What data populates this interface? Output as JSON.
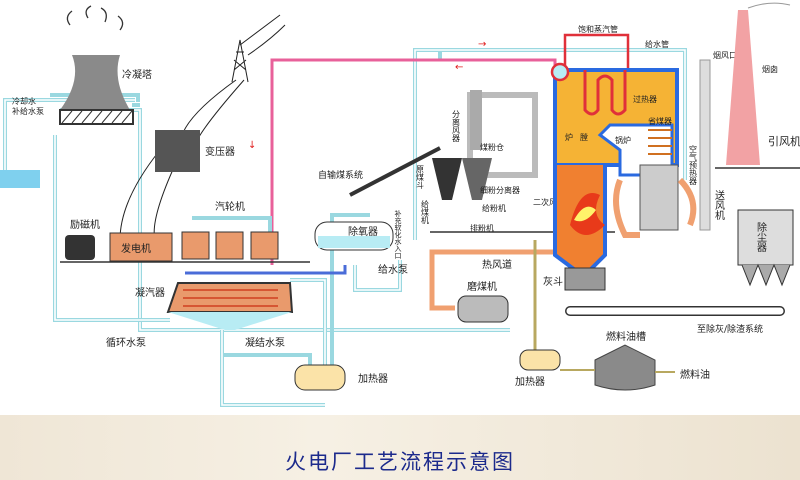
{
  "title": "火电厂工艺流程示意图",
  "colors": {
    "water_pipe": "#9ad8e0",
    "steam_pipe": "#e8609a",
    "furnace": "#f5b335",
    "flame": "#e83a1a",
    "hot_air": "#f0a070",
    "title": "#1c2a8c"
  },
  "labels": {
    "cooling_tower": "冷凝塔",
    "makeup_pump_1": "冷却水",
    "makeup_pump_2": "补给水泵",
    "transformer": "变压器",
    "exciter": "励磁机",
    "generator": "发电机",
    "turbine": "汽轮机",
    "condenser": "凝汽器",
    "circ_pump": "循环水泵",
    "condensate_pump": "凝结水泵",
    "heater_1": "加热器",
    "coal_conveyor": "自输煤系统",
    "deaerator": "除氧器",
    "softened_water": "补充软化水入口",
    "feed_pump": "给水泵",
    "separator": "分离风器",
    "raw_coal_bunker": "原煤斗",
    "coal_feeder": "给煤机",
    "pulverized_bin": "煤粉仓",
    "fine_separator": "细粉分离器",
    "powder_feeder": "给粉机",
    "exhaust_fan": "排粉机",
    "secondary_air": "二次风",
    "hot_air_duct": "热风道",
    "coal_mill": "磨煤机",
    "ash_hopper": "灰斗",
    "fuel_tank": "燃料油槽",
    "fuel_oil": "燃料油",
    "heater_2": "加热器",
    "ash_system": "至除灰/除渣系统",
    "saturated_steam": "饱和蒸汽管",
    "feed_water_pipe": "给水管",
    "superheater": "过热器",
    "furnace_1": "炉",
    "furnace_2": "膛",
    "boiler": "锅炉",
    "economizer": "省煤器",
    "air_preheater": "空气预热器",
    "forced_fan": "送风机",
    "dust_collector": "除尘器",
    "air_inlet": "烟风口",
    "chimney": "烟囱",
    "induced_fan": "引风机"
  }
}
